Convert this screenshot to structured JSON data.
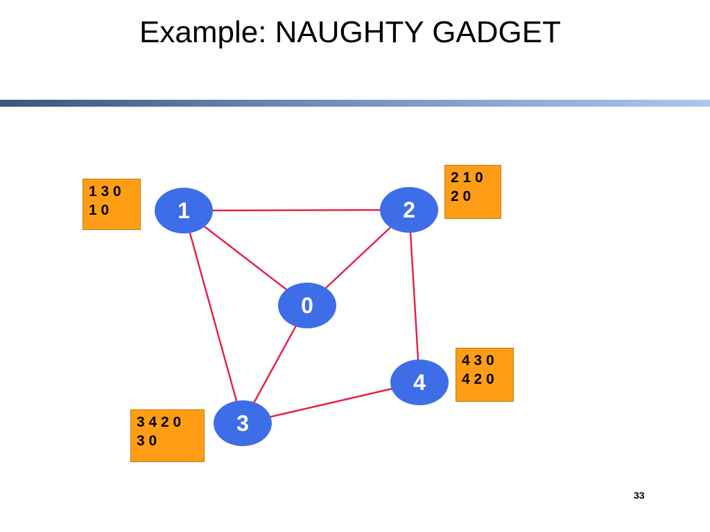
{
  "slide": {
    "title": "Example: NAUGHTY GADGET",
    "page_number": "33"
  },
  "graph": {
    "nodes": [
      {
        "id": "0",
        "label": "0",
        "color": "#3d6ee8"
      },
      {
        "id": "1",
        "label": "1",
        "color": "#3d6ee8"
      },
      {
        "id": "2",
        "label": "2",
        "color": "#3d6ee8"
      },
      {
        "id": "3",
        "label": "3",
        "color": "#3d6ee8"
      },
      {
        "id": "4",
        "label": "4",
        "color": "#3d6ee8"
      }
    ],
    "edges": [
      {
        "from": "1",
        "to": "2"
      },
      {
        "from": "1",
        "to": "0"
      },
      {
        "from": "2",
        "to": "0"
      },
      {
        "from": "1",
        "to": "3"
      },
      {
        "from": "0",
        "to": "3"
      },
      {
        "from": "2",
        "to": "4"
      },
      {
        "from": "3",
        "to": "4"
      }
    ],
    "edge_color": "#e8214a",
    "routing_tables": {
      "node1": [
        "1 3 0",
        "1 0"
      ],
      "node2": [
        "2 1 0",
        "2 0"
      ],
      "node3": [
        "3 4 2 0",
        "3 0"
      ],
      "node4": [
        "4 3 0",
        "4 2 0"
      ]
    },
    "table_color": "#ff9d16"
  }
}
